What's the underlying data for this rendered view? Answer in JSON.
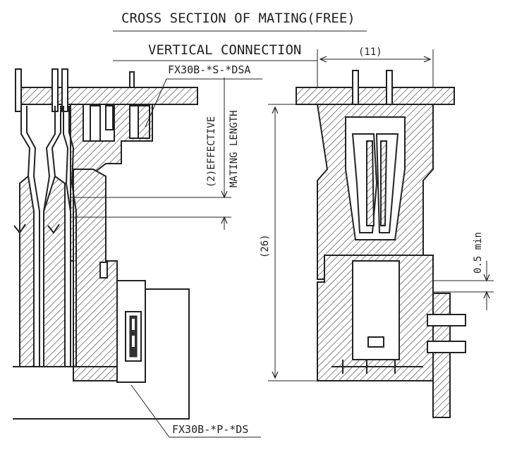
{
  "title_line1": "CROSS SECTION OF MATING(FREE)",
  "title_line2": "VERTICAL CONNECTION",
  "part_top": "FX30B-*S-*DSA",
  "part_bottom": "FX30B-*P-*DS",
  "effective_label_line1": "(2)EFFECTIVE",
  "effective_label_line2": "MATING LENGTH",
  "dim_height": "(26)",
  "dim_width": "(11)",
  "dim_min": "0.5 min"
}
